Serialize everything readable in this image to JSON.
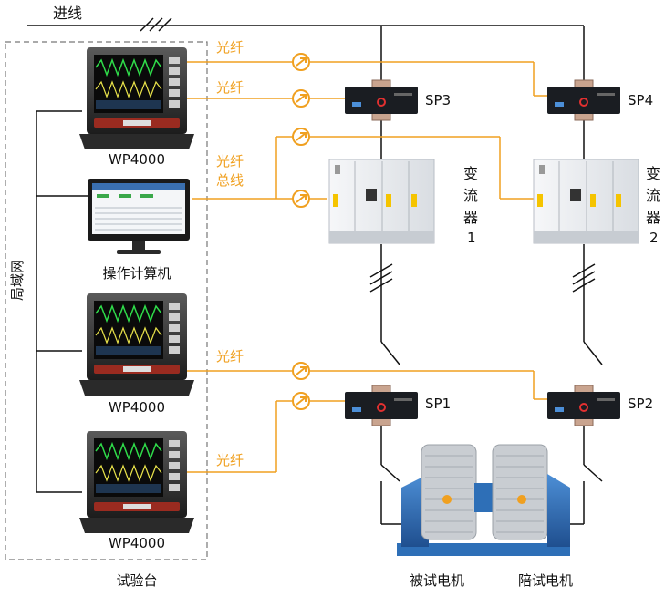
{
  "labels": {
    "incoming_line": "进线",
    "lan": "局域网",
    "test_bench": "试验台",
    "fiber": "光纤",
    "fiber_bus_1": "光纤",
    "fiber_bus_2": "总线",
    "wp4000": "WP4000",
    "operator_pc": "操作计算机",
    "sp1": "SP1",
    "sp2": "SP2",
    "sp3": "SP3",
    "sp4": "SP4",
    "converter_1": [
      "变",
      "流",
      "器",
      "1"
    ],
    "converter_2": [
      "变",
      "流",
      "器",
      "2"
    ],
    "motor_under_test": "被试电机",
    "companion_motor": "陪试电机"
  },
  "colors": {
    "fiber": "#f0a020",
    "wire": "#111111",
    "cabinet": "#eef1f4",
    "accent_yellow": "#f5c400",
    "motor_blue": "#2e6fb7"
  }
}
